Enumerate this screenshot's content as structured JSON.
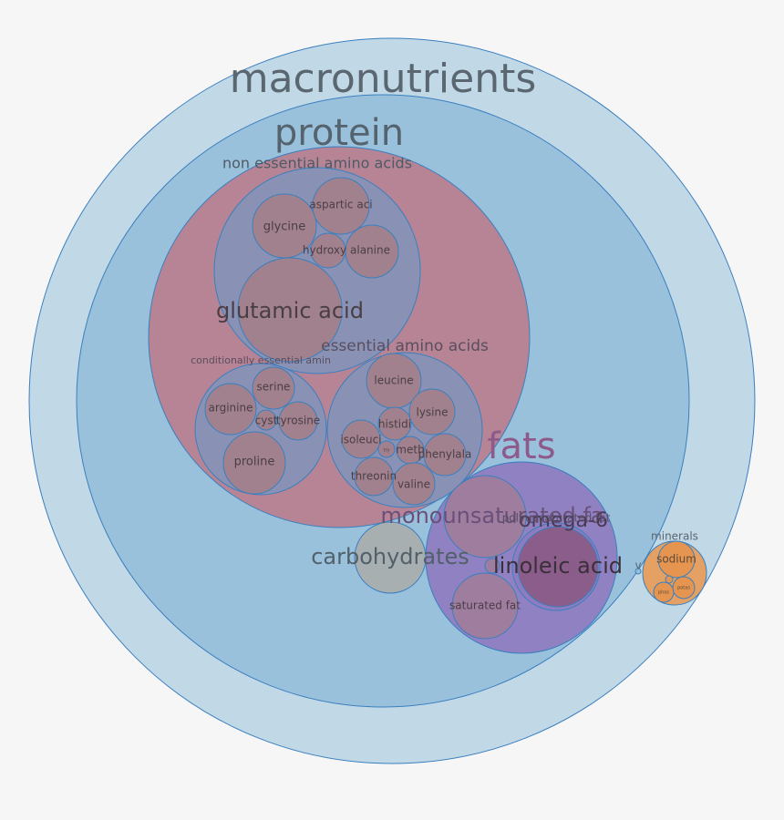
{
  "colors": {
    "background": "#f6f6f6",
    "macronutrients": "#c1d8e7",
    "protein": "#97bfda",
    "non_essential": "#8594b6",
    "essential": "#8594b6",
    "conditionally_essential": "#8594b6",
    "amino_acid_leaf": "#a3808b",
    "protein_group": "#b97f8e",
    "fats": "#8f7cc0",
    "fat_leaf": "#a07d9c",
    "linoleic": "#8b5a86",
    "carbohydrates": "#a9aeae",
    "minerals": "#e89c59",
    "mineral_leaf": "#e5944d",
    "stroke": "#3a7fbf",
    "label_dark": "#4c4c4c"
  },
  "labels": {
    "macronutrients": "macronutrients",
    "protein": "protein",
    "non_essential_amino_acids": "non essential amino acids",
    "glutamic_acid": "glutamic acid",
    "glycine": "glycine",
    "aspartic_acid": "aspartic aci",
    "hydroxyproline": "hydroxy",
    "alanine": "alanine",
    "essential_amino_acids": "essential amino acids",
    "conditionally_essential": "conditionally essential amin",
    "serine": "serine",
    "arginine": "arginine",
    "cystine": "cyst",
    "tyrosine": "tyrosine",
    "proline": "proline",
    "leucine": "leucine",
    "lysine": "lysine",
    "histidine": "histidi",
    "isoleucine": "isoleuci",
    "methionine": "meth",
    "phenylalanine": "phenylala",
    "threonine": "threonin",
    "valine": "valine",
    "tryptophan": "try",
    "fats": "fats",
    "monounsaturated_fat": "monounsaturated fa",
    "omega": "omega-6",
    "polyunsaturated_fat": "polyunsaturated fat",
    "linoleic_acid": "linoleic acid",
    "saturated_fat": "saturated fat",
    "carbohydrates": "carbohydrates",
    "minerals": "minerals",
    "sodium": "sodium",
    "phosphorus": "phos",
    "potassium": "potas",
    "vitamins": "v"
  }
}
